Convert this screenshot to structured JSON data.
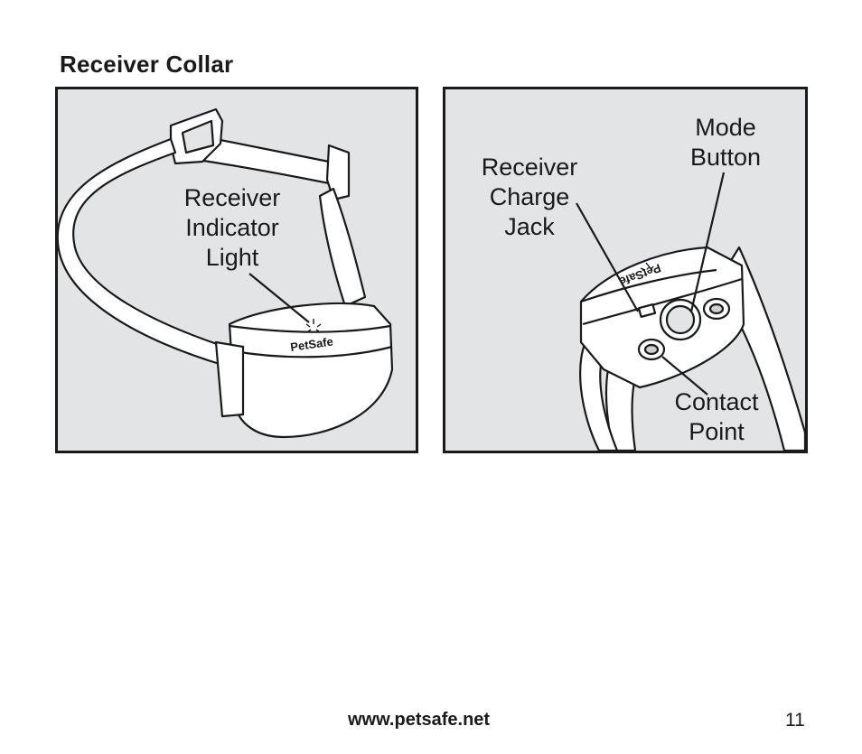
{
  "section": {
    "title": "Receiver Collar"
  },
  "left_panel": {
    "indicator_label": [
      "Receiver",
      "Indicator",
      "Light"
    ],
    "brand": "PetSafe"
  },
  "right_panel": {
    "charge_jack_label": [
      "Receiver",
      "Charge",
      "Jack"
    ],
    "mode_button_label": [
      "Mode",
      "Button"
    ],
    "contact_point_label": [
      "Contact",
      "Point"
    ],
    "brand": "PetSafe"
  },
  "footer": {
    "url": "www.petsafe.net",
    "page_number": "11"
  },
  "colors": {
    "panel_bg": "#e3e4e5",
    "ink": "#1a1a1a",
    "device": "#ffffff"
  }
}
